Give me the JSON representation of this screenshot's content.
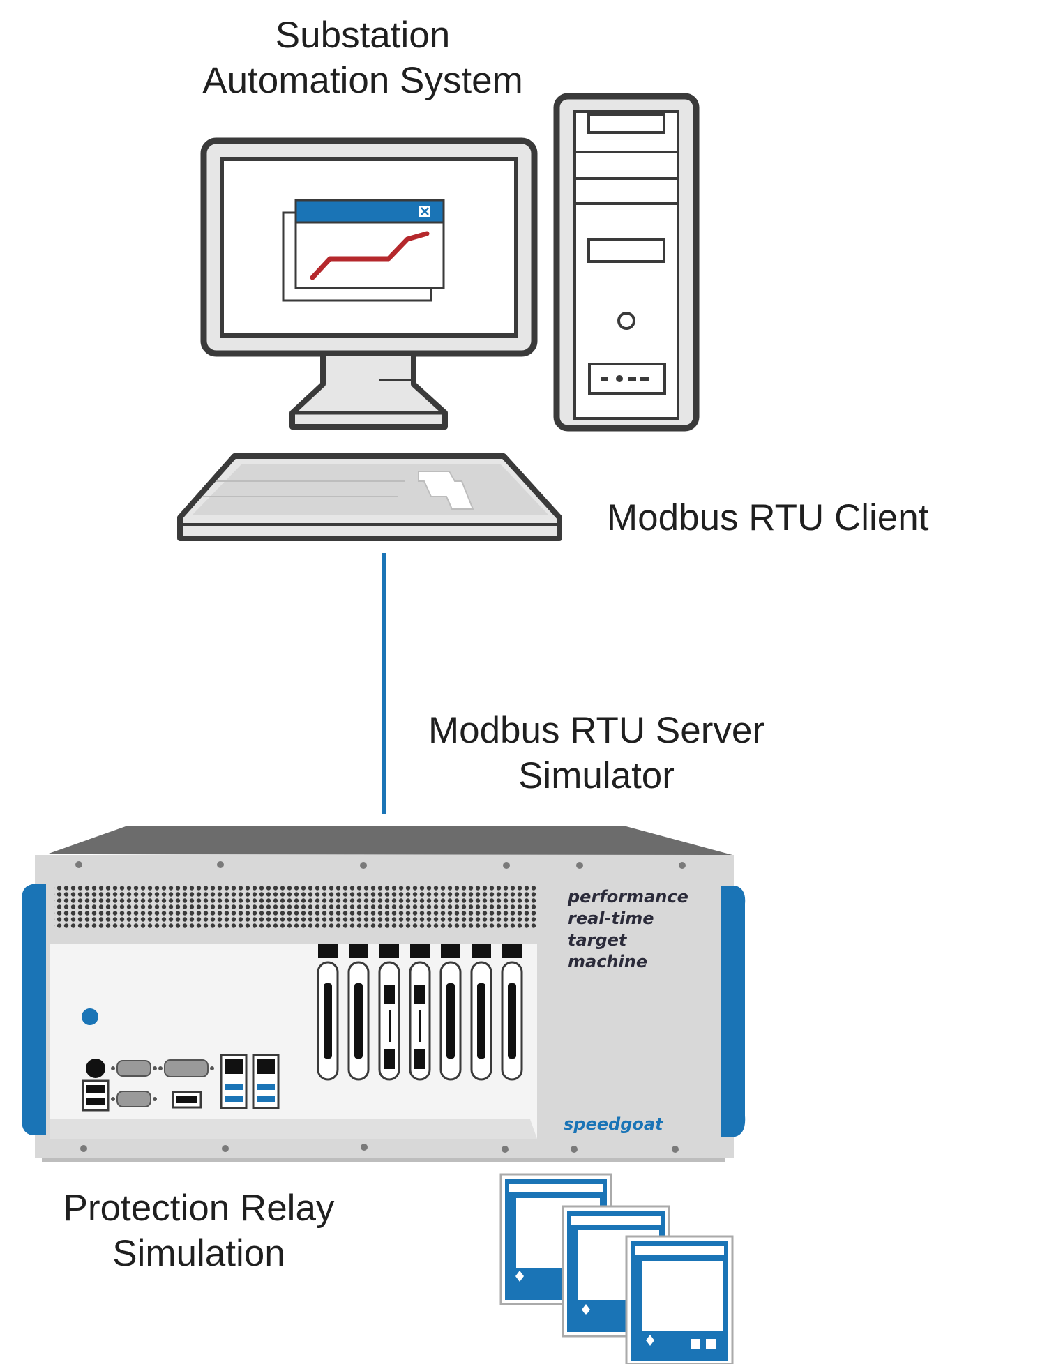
{
  "labels": {
    "client_title_line1": "Substation",
    "client_title_line2": "Automation System",
    "client_role": "Modbus RTU Client",
    "server_role_line1": "Modbus RTU Server",
    "server_role_line2": "Simulator",
    "relay_line1": "Protection Relay",
    "relay_line2": "Simulation"
  },
  "machine": {
    "tagline": [
      "performance",
      "real-time",
      "target",
      "machine"
    ],
    "brand": "speedgoat"
  },
  "colors": {
    "accent_blue": "#1a74b6",
    "trend_red": "#b5282c",
    "outline": "#3a3a3a",
    "light_gray": "#e6e6e6",
    "chassis_gray": "#d8d8d8"
  }
}
